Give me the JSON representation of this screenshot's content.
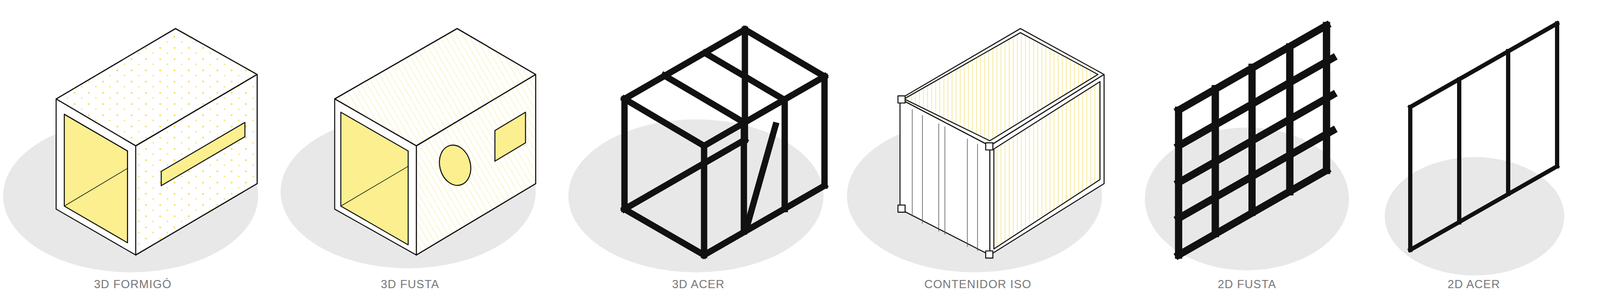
{
  "diagram": {
    "labels": [
      "3D FORMIGÓ",
      "3D FUSTA",
      "3D ACER",
      "CONTENIDOR ISO",
      "2D FUSTA",
      "2D ACER"
    ]
  }
}
